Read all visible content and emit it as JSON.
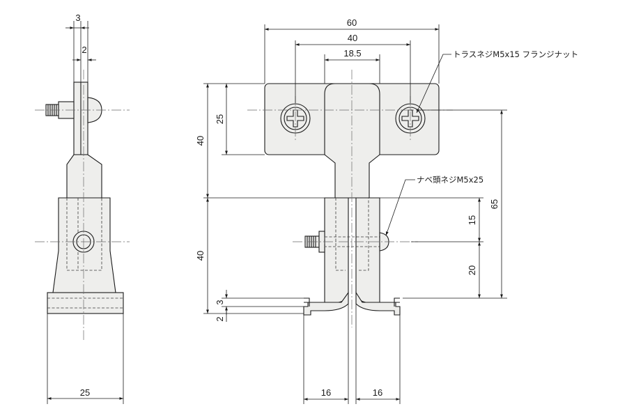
{
  "dims": {
    "side_top": "3",
    "side_second": "2",
    "side_bottom": "25",
    "width_60": "60",
    "width_40": "40",
    "width_18_5": "18.5",
    "height_25": "25",
    "height_40_upper": "40",
    "height_40_lower": "40",
    "height_65": "65",
    "height_15": "15",
    "height_20": "20",
    "foot_3": "3",
    "foot_2": "2",
    "bottom_16_left": "16",
    "bottom_16_right": "16"
  },
  "callouts": {
    "truss_screw": "トラスネジM5x15 フランジナット",
    "pan_head_screw": "ナベ頭ネジM5x25"
  },
  "colors": {
    "line": "#1a1a1a",
    "part_fill": "#eeeeec",
    "center_line": "#6a6a6a"
  }
}
